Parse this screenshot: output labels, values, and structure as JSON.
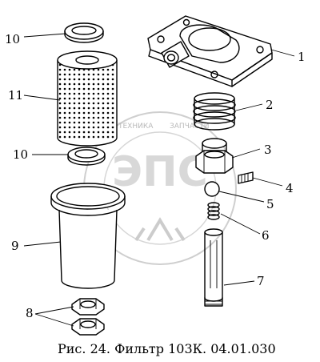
{
  "figure": {
    "caption": "Рис. 24. Фильтр 103К. 04.01.030",
    "callouts": [
      "1",
      "2",
      "3",
      "4",
      "5",
      "6",
      "7",
      "8",
      "9",
      "10",
      "10",
      "11"
    ]
  },
  "watermark": {
    "arc_text": "ТЕХНИКА",
    "arc_text_2": "ЗАПЧАСТИ",
    "logo_text": "ЭПС"
  },
  "colors": {
    "ink": "#000000",
    "watermark": "#b9b9b9",
    "background": "#ffffff"
  }
}
